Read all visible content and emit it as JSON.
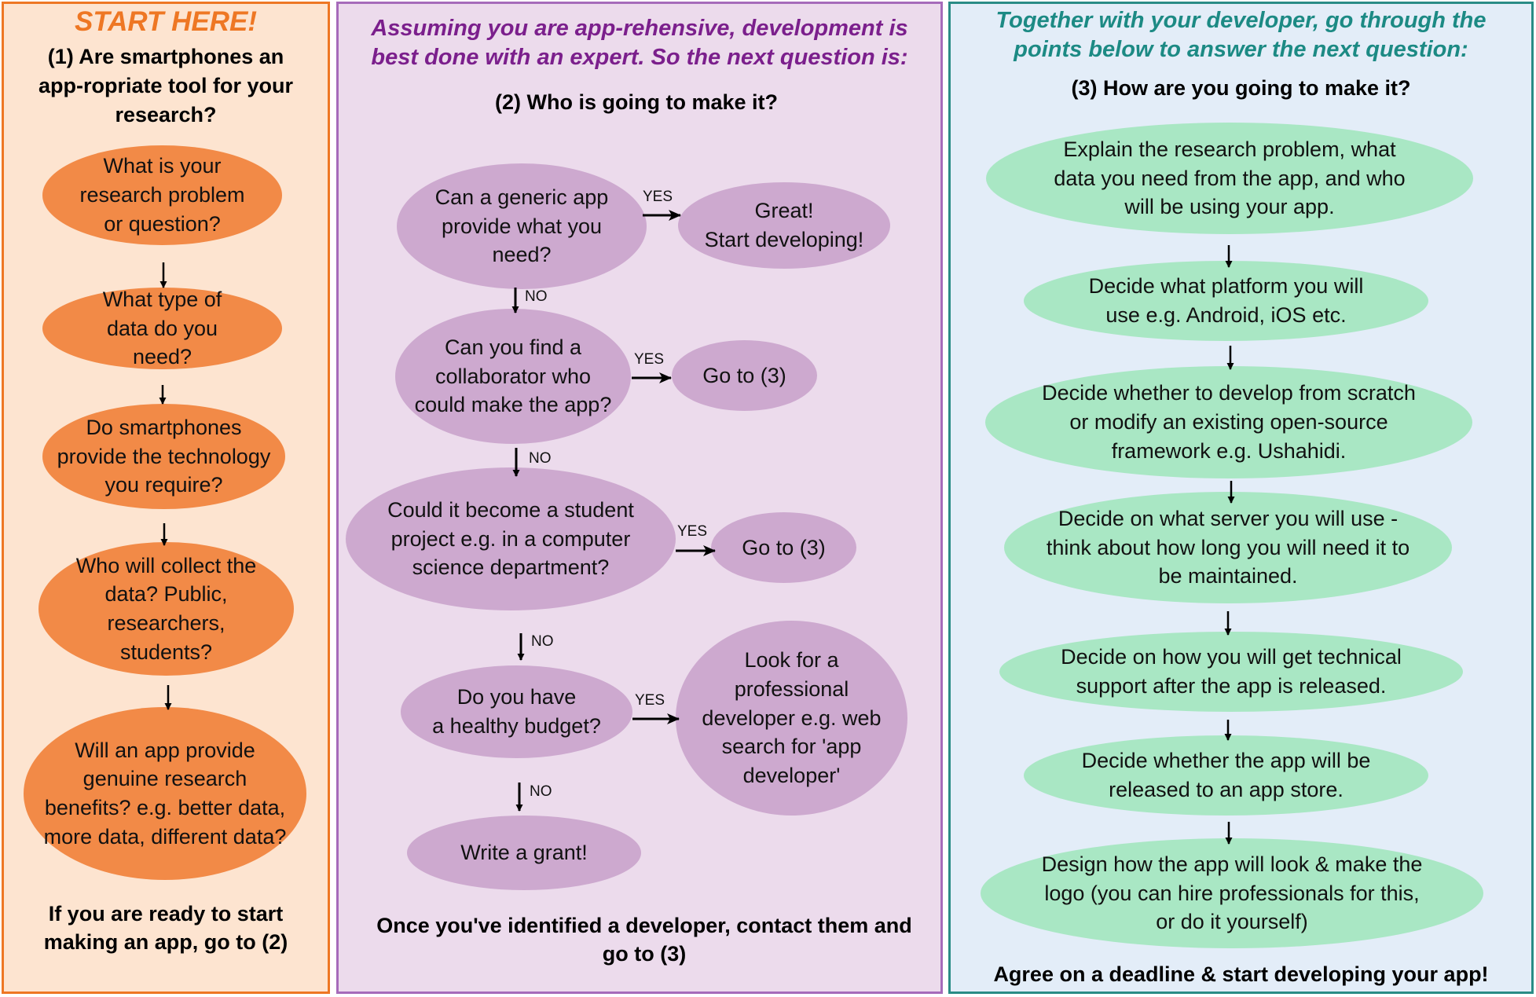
{
  "panel1": {
    "header": "START HERE!",
    "question": "(1) Are smartphones an app-ropriate tool for your research?",
    "nodes": [
      "What is your research problem or question?",
      "What type of data do you need?",
      "Do smartphones provide the technology you require?",
      "Who will collect the data? Public, researchers, students?",
      "Will an app provide genuine research benefits? e.g. better data, more data, different data?"
    ],
    "footer": "If you are ready to start making an app, go to (2)"
  },
  "panel2": {
    "header": "Assuming you are app-rehensive, development is best done with an expert. So the next question is:",
    "question": "(2) Who is going to make it?",
    "nodes": {
      "generic": "Can a generic app provide what you need?",
      "great": "Great!\nStart developing!",
      "collab": "Can you find a collaborator who could make the app?",
      "goto3a": "Go to (3)",
      "student": "Could it become a student project e.g. in a computer science department?",
      "goto3b": "Go to (3)",
      "budget": "Do you have\na healthy budget?",
      "professional": "Look for a professional developer  e.g. web search for 'app developer'",
      "grant": "Write a grant!"
    },
    "labels": {
      "yes": "YES",
      "no": "NO"
    },
    "footer": "Once you've identified a developer, contact them and go to (3)"
  },
  "panel3": {
    "header": "Together with your developer, go through the points below to answer the next question:",
    "question": "(3) How are you going to make it?",
    "nodes": [
      "Explain the research problem, what data you need from the app, and who will be using your app.",
      "Decide what platform you will use e.g. Android, iOS etc.",
      "Decide whether to develop from scratch or modify an existing open-source framework e.g. Ushahidi.",
      "Decide on what server you will use - think about how long you will need it to be maintained.",
      "Decide on how you will get technical support after the app is released.",
      "Decide whether the app will be released to an app store.",
      "Design how the app will look & make the logo (you can hire professionals for this, or do it yourself)"
    ],
    "footer": "Agree on a deadline & start developing your app!"
  },
  "colors": {
    "orange_border": "#ee7724",
    "orange_node": "#f28a47",
    "orange_header": "#ee7724",
    "purple_border": "#a66bba",
    "purple_node": "#cda9cf",
    "purple_header": "#7b1f8c",
    "teal_border": "#2a8c86",
    "green_node": "#a9e7c4",
    "teal_header": "#1c8a84"
  }
}
